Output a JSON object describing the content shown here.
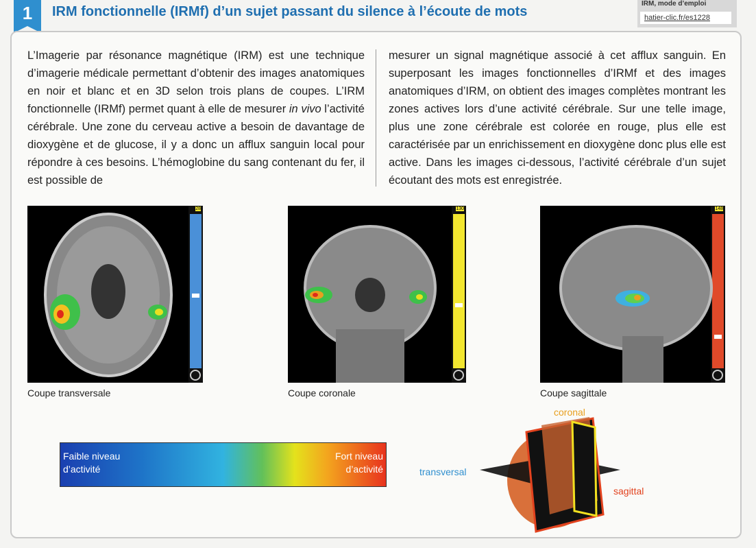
{
  "header": {
    "number": "1",
    "title": "IRM fonctionnelle (IRMf) d’un sujet passant du silence à l’écoute de mots",
    "hint_label": "IRM, mode d’emploi",
    "hint_link": "hatier-clic.fr/es1228"
  },
  "text": {
    "left": "L’Imagerie par résonance magnétique (IRM) est une technique d’imagerie médicale permettant d’obtenir des images anatomiques en noir et blanc et en 3D selon trois plans de coupes. L’IRM fonctionnelle (IRMf) permet quant à elle de mesurer ",
    "left_italic": "in vivo",
    "left_end": " l’activité cérébrale. Une zone du cerveau active a besoin de davantage de dioxygène et de glucose, il y a donc un afflux sanguin local pour répondre à ces besoins. L’hémoglobine du sang contenant du fer, il est possible de",
    "right": "mesurer un signal magnétique associé à cet afflux sanguin. En superposant les images fonctionnelles d’IRMf et des images anatomiques d’IRM, on obtient des images complètes montrant les zones actives lors d’une activité cérébrale. Sur une telle image, plus une zone cérébrale est colorée en rouge, plus elle est caractérisée par un enrichissement en dioxygène donc plus elle est active. Dans les images ci-dessous, l’activité cérébrale d’un sujet écoutant des mots est enregistrée."
  },
  "images": [
    {
      "caption": "Coupe transversale",
      "scale_value": "28",
      "scale_color": "#4a90d8"
    },
    {
      "caption": "Coupe coronale",
      "scale_value": "130",
      "scale_color": "#f2e630"
    },
    {
      "caption": "Coupe sagittale",
      "scale_value": "148",
      "scale_color": "#e04a2a"
    }
  ],
  "legend": {
    "low": "Faible niveau d’activité",
    "high": "Fort niveau d’activité"
  },
  "diagram": {
    "coronal": "coronal",
    "transversal": "transversal",
    "sagittal": "sagittal"
  }
}
